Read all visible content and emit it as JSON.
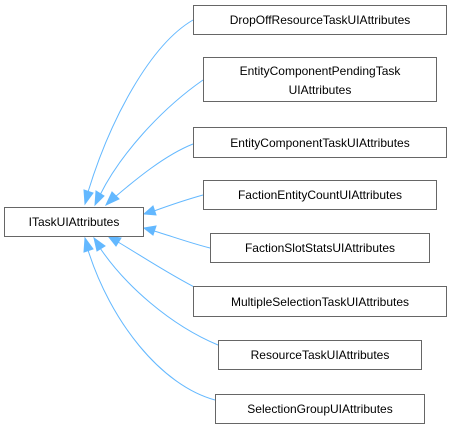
{
  "diagram": {
    "base": {
      "label": "ITaskUIAttributes"
    },
    "derived": [
      {
        "label": "DropOffResourceTaskUIAttributes"
      },
      {
        "label_line1": "EntityComponentPendingTask",
        "label_line2": "UIAttributes"
      },
      {
        "label": "EntityComponentTaskUIAttributes"
      },
      {
        "label": "FactionEntityCountUIAttributes"
      },
      {
        "label": "FactionSlotStatsUIAttributes"
      },
      {
        "label": "MultipleSelectionTaskUIAttributes"
      },
      {
        "label": "ResourceTaskUIAttributes"
      },
      {
        "label": "SelectionGroupUIAttributes"
      }
    ],
    "colors": {
      "edge": "#63b8ff",
      "box_border": "#666666",
      "box_fill": "#ffffff"
    }
  }
}
